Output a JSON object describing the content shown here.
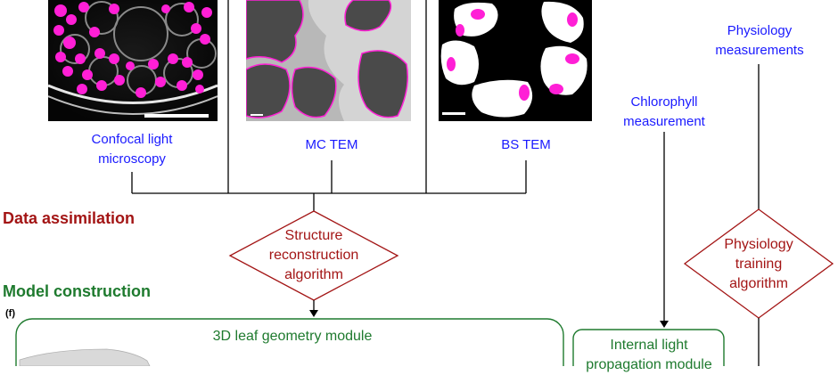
{
  "images": {
    "confocal": {
      "label_line1": "Confocal light",
      "label_line2": "microscopy"
    },
    "mc_tem": {
      "label": "MC TEM"
    },
    "bs_tem": {
      "label": "BS TEM"
    }
  },
  "measurements": {
    "chlorophyll_line1": "Chlorophyll",
    "chlorophyll_line2": "measurement",
    "physiology_line1": "Physiology",
    "physiology_line2": "measurements"
  },
  "sections": {
    "data_assimilation": "Data assimilation",
    "model_construction": "Model construction"
  },
  "algorithms": {
    "structure_line1": "Structure",
    "structure_line2": "reconstruction",
    "structure_line3": "algorithm",
    "physiology_line1": "Physiology",
    "physiology_line2": "training",
    "physiology_line3": "algorithm"
  },
  "panel_label": "(f)",
  "modules": {
    "geometry": "3D leaf geometry module",
    "light_line1": "Internal light",
    "light_line2": "propagation module"
  },
  "colors": {
    "label_blue": "#1a1aff",
    "section_red": "#a31515",
    "section_green": "#1e7a2e",
    "segmentation_magenta": "#ff1fd6"
  }
}
